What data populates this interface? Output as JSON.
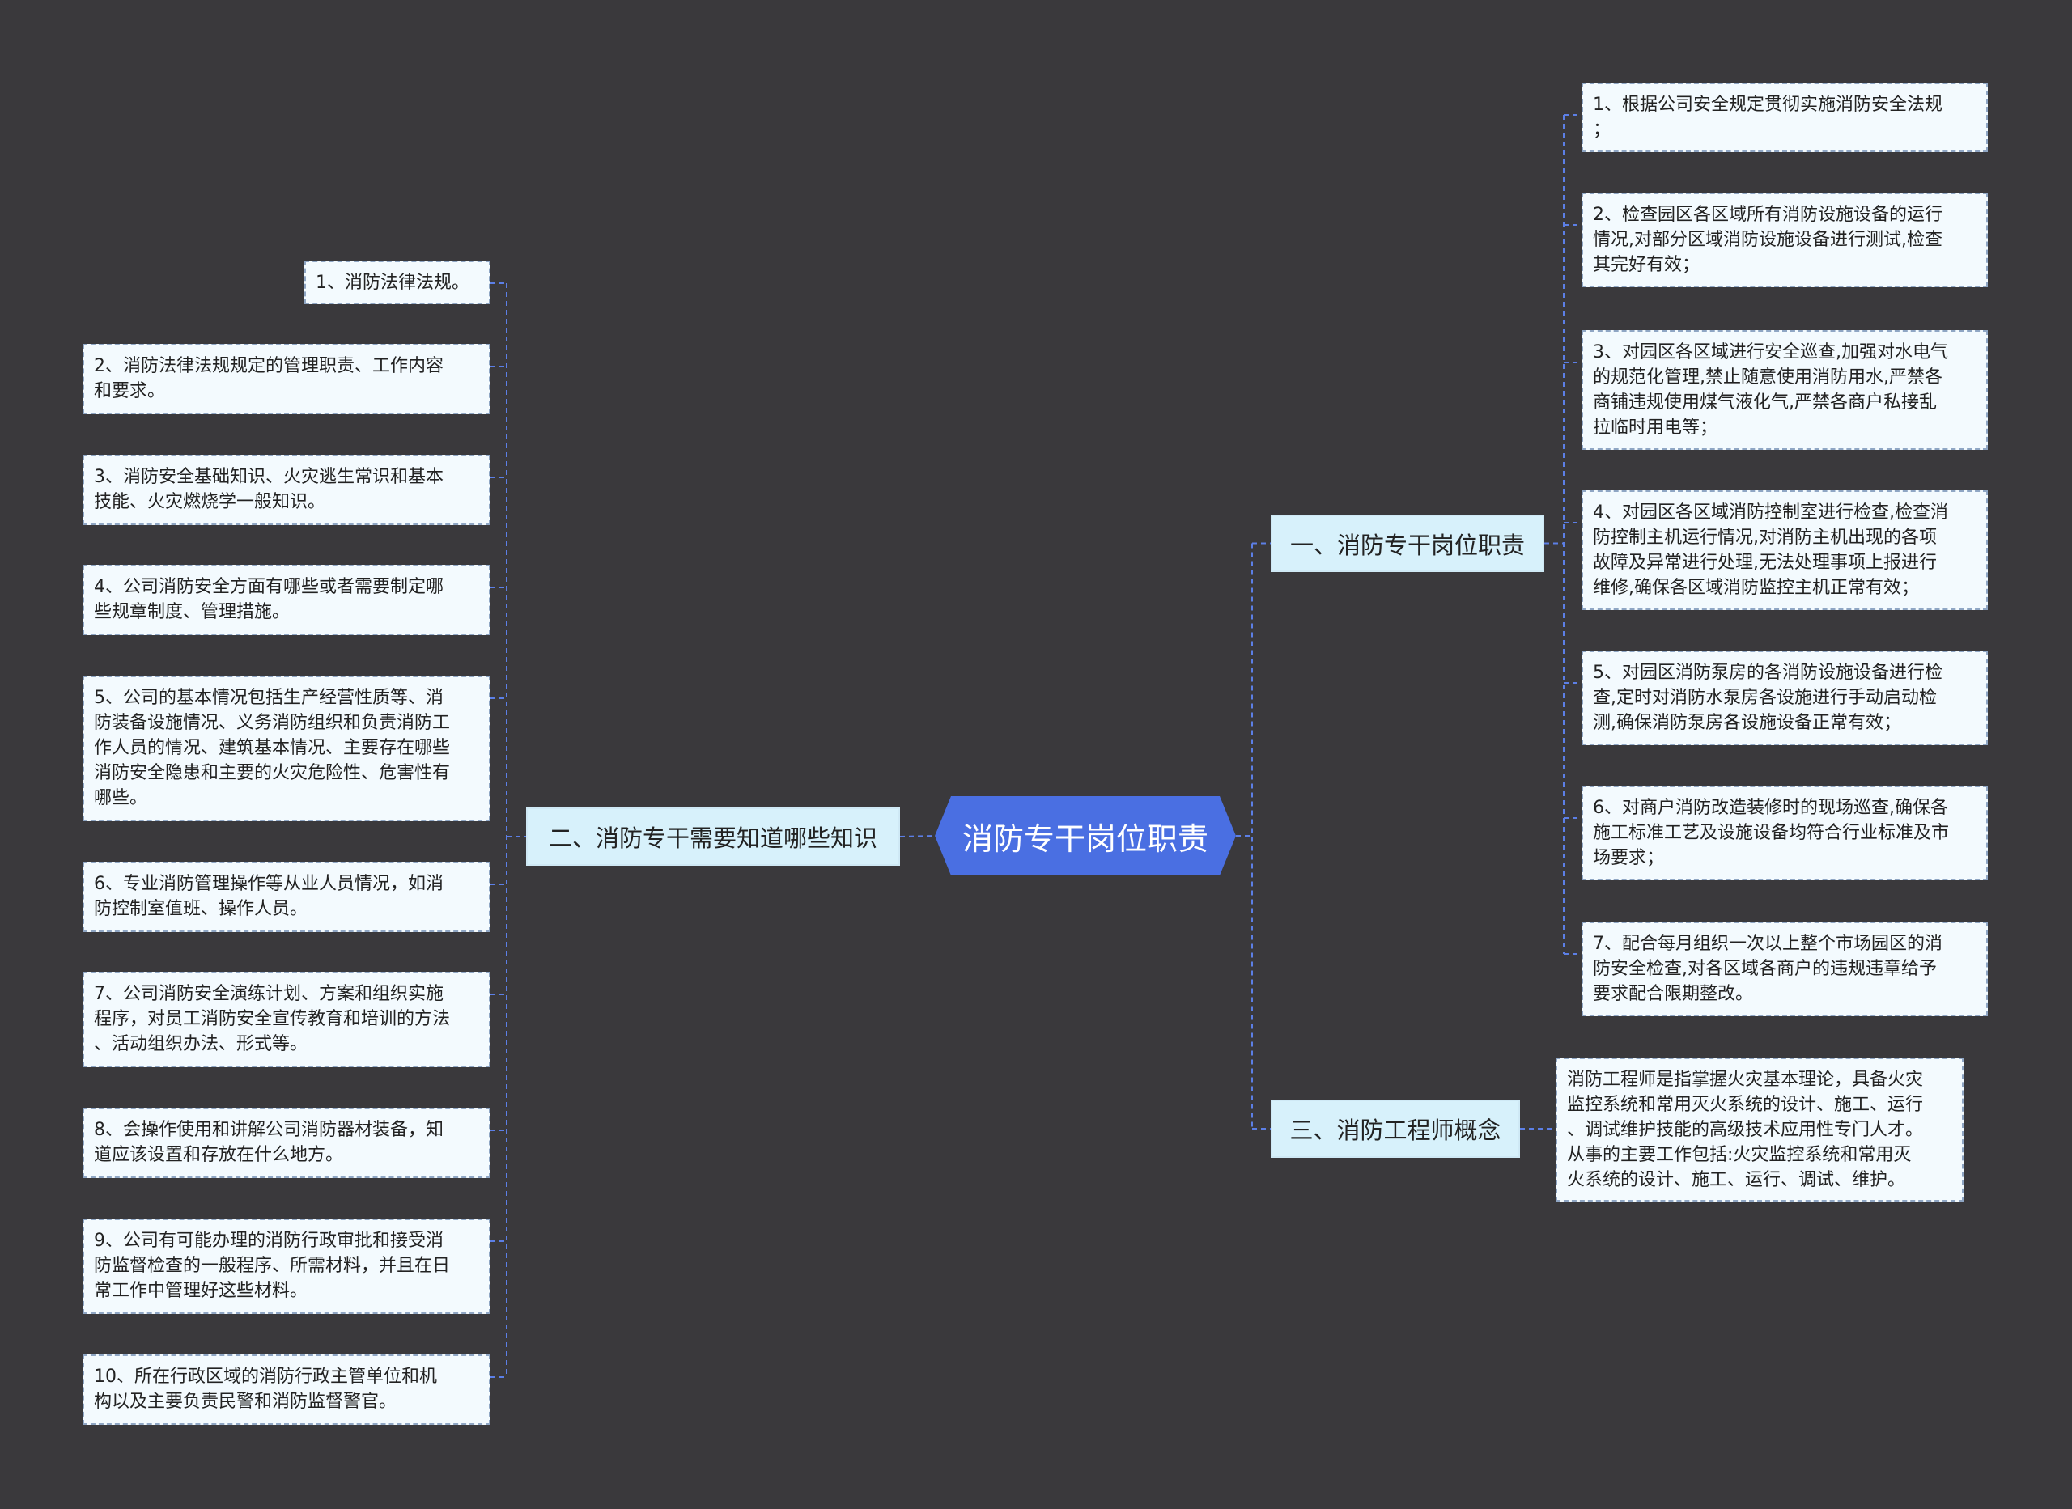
{
  "root": {
    "label": "消防专干岗位职责",
    "color": "#4a6fe2"
  },
  "colors": {
    "background": "#3a393c",
    "connector": "#5c7fe6",
    "branch_fill": "#d7f1fb",
    "leaf_fill": "#f3fafe",
    "leaf_border": "#8fa6c4"
  },
  "branches": {
    "duties": {
      "label": "一、消防专干岗位职责",
      "items": [
        "1、根据公司安全规定贯彻实施消防安全法规\n；",
        "2、检查园区各区域所有消防设施设备的运行\n情况,对部分区域消防设施设备进行测试,检查\n其完好有效；",
        "3、对园区各区域进行安全巡查,加强对水电气\n的规范化管理,禁止随意使用消防用水,严禁各\n商铺违规使用煤气液化气,严禁各商户私接乱\n拉临时用电等；",
        "4、对园区各区域消防控制室进行检查,检查消\n防控制主机运行情况,对消防主机出现的各项\n故障及异常进行处理,无法处理事项上报进行\n维修,确保各区域消防监控主机正常有效；",
        "5、对园区消防泵房的各消防设施设备进行检\n查,定时对消防水泵房各设施进行手动启动检\n测,确保消防泵房各设施设备正常有效；",
        "6、对商户消防改造装修时的现场巡查,确保各\n施工标准工艺及设施设备均符合行业标准及市\n场要求；",
        "7、配合每月组织一次以上整个市场园区的消\n防安全检查,对各区域各商户的违规违章给予\n要求配合限期整改。"
      ]
    },
    "knowledge": {
      "label": "二、消防专干需要知道哪些知识",
      "items": [
        "1、消防法律法规。",
        "2、消防法律法规规定的管理职责、工作内容\n和要求。",
        "3、消防安全基础知识、火灾逃生常识和基本\n技能、火灾燃烧学一般知识。",
        "4、公司消防安全方面有哪些或者需要制定哪\n些规章制度、管理措施。",
        "5、公司的基本情况包括生产经营性质等、消\n防装备设施情况、义务消防组织和负责消防工\n作人员的情况、建筑基本情况、主要存在哪些\n消防安全隐患和主要的火灾危险性、危害性有\n哪些。",
        "6、专业消防管理操作等从业人员情况，如消\n防控制室值班、操作人员。",
        "7、公司消防安全演练计划、方案和组织实施\n程序，对员工消防安全宣传教育和培训的方法\n、活动组织办法、形式等。",
        "8、会操作使用和讲解公司消防器材装备，知\n道应该设置和存放在什么地方。",
        "9、公司有可能办理的消防行政审批和接受消\n防监督检查的一般程序、所需材料，并且在日\n常工作中管理好这些材料。",
        "10、所在行政区域的消防行政主管单位和机\n构以及主要负责民警和消防监督警官。"
      ]
    },
    "concept": {
      "label": "三、消防工程师概念",
      "items": [
        "消防工程师是指掌握火灾基本理论，具备火灾\n监控系统和常用灭火系统的设计、施工、运行\n、调试维护技能的高级技术应用性专门人才。\n从事的主要工作包括:火灾监控系统和常用灭\n火系统的设计、施工、运行、调试、维护。"
      ]
    }
  }
}
